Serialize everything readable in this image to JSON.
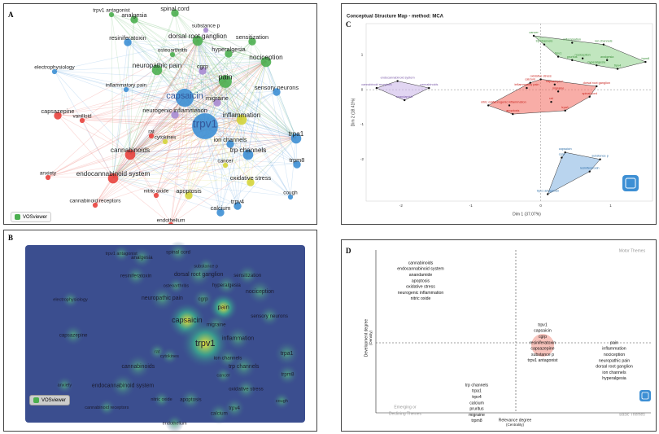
{
  "panels": {
    "a": "A",
    "b": "B",
    "c": "C",
    "d": "D"
  },
  "vosviewer_label": "VOSviewer",
  "colors": {
    "red": "#e8433d",
    "green": "#4caf50",
    "blue": "#3d8fd4",
    "yellow": "#d4d43a",
    "purple": "#a98bd1"
  },
  "chart_data": [
    {
      "type": "network",
      "panel": "A",
      "nodes": [
        {
          "label": "trpv1 antagonist",
          "cluster": "green",
          "weight": 1
        },
        {
          "label": "analgesia",
          "cluster": "green",
          "weight": 2
        },
        {
          "label": "spinal cord",
          "cluster": "green",
          "weight": 2
        },
        {
          "label": "substance p",
          "cluster": "purple",
          "weight": 1
        },
        {
          "label": "resiniferatoxin",
          "cluster": "blue",
          "weight": 2
        },
        {
          "label": "dorsal root ganglion",
          "cluster": "green",
          "weight": 3
        },
        {
          "label": "sensitization",
          "cluster": "green",
          "weight": 2
        },
        {
          "label": "osteoarthritis",
          "cluster": "green",
          "weight": 1
        },
        {
          "label": "hyperalgesia",
          "cluster": "green",
          "weight": 2
        },
        {
          "label": "nociception",
          "cluster": "green",
          "weight": 3
        },
        {
          "label": "electrophysiology",
          "cluster": "blue",
          "weight": 1
        },
        {
          "label": "neuropathic pain",
          "cluster": "green",
          "weight": 3
        },
        {
          "label": "cgrp",
          "cluster": "purple",
          "weight": 2
        },
        {
          "label": "pain",
          "cluster": "green",
          "weight": 4
        },
        {
          "label": "sensory neurons",
          "cluster": "blue",
          "weight": 2
        },
        {
          "label": "inflammatory pain",
          "cluster": "blue",
          "weight": 1
        },
        {
          "label": "capsaicin",
          "cluster": "blue",
          "weight": 6
        },
        {
          "label": "migraine",
          "cluster": "purple",
          "weight": 2
        },
        {
          "label": "neurogenic inflammation",
          "cluster": "purple",
          "weight": 2
        },
        {
          "label": "inflammation",
          "cluster": "yellow",
          "weight": 3
        },
        {
          "label": "capsazepine",
          "cluster": "red",
          "weight": 2
        },
        {
          "label": "vanilloid",
          "cluster": "red",
          "weight": 1
        },
        {
          "label": "trpv1",
          "cluster": "blue",
          "weight": 9
        },
        {
          "label": "rat",
          "cluster": "red",
          "weight": 1
        },
        {
          "label": "cytokines",
          "cluster": "yellow",
          "weight": 1
        },
        {
          "label": "ion channels",
          "cluster": "blue",
          "weight": 2
        },
        {
          "label": "trpa1",
          "cluster": "blue",
          "weight": 3
        },
        {
          "label": "trp channels",
          "cluster": "blue",
          "weight": 3
        },
        {
          "label": "cannabinoids",
          "cluster": "red",
          "weight": 3
        },
        {
          "label": "trpm8",
          "cluster": "blue",
          "weight": 2
        },
        {
          "label": "cancer",
          "cluster": "yellow",
          "weight": 1
        },
        {
          "label": "anxiety",
          "cluster": "red",
          "weight": 1
        },
        {
          "label": "endocannabinoid system",
          "cluster": "red",
          "weight": 3
        },
        {
          "label": "oxidative stress",
          "cluster": "yellow",
          "weight": 2
        },
        {
          "label": "nitric oxide",
          "cluster": "red",
          "weight": 1
        },
        {
          "label": "apoptosis",
          "cluster": "yellow",
          "weight": 2
        },
        {
          "label": "cannabinoid receptors",
          "cluster": "red",
          "weight": 1
        },
        {
          "label": "trpv4",
          "cluster": "blue",
          "weight": 2
        },
        {
          "label": "cough",
          "cluster": "blue",
          "weight": 1
        },
        {
          "label": "calcium",
          "cluster": "blue",
          "weight": 2
        },
        {
          "label": "endothelium",
          "cluster": "red",
          "weight": 1
        }
      ]
    },
    {
      "type": "heatmap",
      "panel": "B",
      "labels": [
        "trpv1 antagonist",
        "analgesia",
        "spinal cord",
        "substance p",
        "resiniferatoxin",
        "dorsal root ganglion",
        "sensitization",
        "osteoarthritis",
        "hyperalgesia",
        "nociception",
        "electrophysiology",
        "neuropathic pain",
        "cgrp",
        "pain",
        "sensory neurons",
        "capsaicin",
        "migraine",
        "inflammation",
        "capsazepine",
        "trpv1",
        "rat",
        "cytokines",
        "ion channels",
        "trpa1",
        "trp channels",
        "cannabinoids",
        "trpm8",
        "cancer",
        "anxiety",
        "endocannabinoid system",
        "oxidative stress",
        "nitric oxide",
        "apoptosis",
        "cannabinoid receptors",
        "trpv4",
        "cough",
        "calcium",
        "endothelium"
      ]
    },
    {
      "type": "scatter",
      "panel": "C",
      "title": "Conceptual Structure Map - method: MCA",
      "xlabel": "Dim 1 (37.07%)",
      "ylabel": "Dim 2 (18.41%)",
      "xlim": [
        -2.5,
        1.6
      ],
      "ylim": [
        -3.2,
        1.9
      ],
      "xticks": [
        "-2",
        "-1",
        "0",
        "1"
      ],
      "yticks": [
        "1",
        "0",
        "-1",
        "-2"
      ],
      "groups": [
        {
          "color": "purple",
          "points": [
            {
              "label": "endocannabinoid system",
              "x": -2.05,
              "y": 0.25
            },
            {
              "label": "cannabinoid receptors",
              "x": -2.35,
              "y": 0.05
            },
            {
              "label": "cannabinoids",
              "x": -1.6,
              "y": 0.05
            },
            {
              "label": "anandamide",
              "x": -1.95,
              "y": -0.3
            }
          ]
        },
        {
          "color": "red",
          "points": [
            {
              "label": "oxidative stress",
              "x": 0.0,
              "y": 0.3
            },
            {
              "label": "calcium",
              "x": -0.15,
              "y": 0.2
            },
            {
              "label": "inflammatory pain",
              "x": -0.2,
              "y": 0.05
            },
            {
              "label": "capsazepine",
              "x": 0.2,
              "y": 0.15
            },
            {
              "label": "migraine",
              "x": 0.25,
              "y": -0.05
            },
            {
              "label": "dorsal root ganglion",
              "x": 0.8,
              "y": 0.1
            },
            {
              "label": "spinal cord",
              "x": 0.7,
              "y": -0.2
            },
            {
              "label": "rat",
              "x": 0.15,
              "y": -0.35
            },
            {
              "label": "nitric oxide",
              "x": -0.75,
              "y": -0.45
            },
            {
              "label": "neurogenic inflammation",
              "x": -0.45,
              "y": -0.45
            },
            {
              "label": "apoptosis",
              "x": -0.4,
              "y": -0.7
            },
            {
              "label": "trpa1",
              "x": 0.35,
              "y": -0.6
            }
          ]
        },
        {
          "color": "green",
          "points": [
            {
              "label": "cancer",
              "x": -0.1,
              "y": 1.55
            },
            {
              "label": "trp channels",
              "x": 0.05,
              "y": 1.3
            },
            {
              "label": "inflammation",
              "x": 0.45,
              "y": 1.35
            },
            {
              "label": "ion channels",
              "x": 0.9,
              "y": 1.3
            },
            {
              "label": "trpv1",
              "x": 0.25,
              "y": 0.95
            },
            {
              "label": "nociception",
              "x": 0.6,
              "y": 0.9
            },
            {
              "label": "pruritus",
              "x": 0.45,
              "y": 0.85
            },
            {
              "label": "analgesia",
              "x": 0.95,
              "y": 0.85
            },
            {
              "label": "hyperalgesia",
              "x": 0.8,
              "y": 0.7
            },
            {
              "label": "trpm8",
              "x": 1.5,
              "y": 0.8
            },
            {
              "label": "trpv4",
              "x": 1.1,
              "y": 0.6
            }
          ]
        },
        {
          "color": "blue",
          "points": [
            {
              "label": "capsaicin",
              "x": 0.35,
              "y": -1.8
            },
            {
              "label": "cgrp",
              "x": 0.3,
              "y": -1.95
            },
            {
              "label": "substance p",
              "x": 0.85,
              "y": -2.0
            },
            {
              "label": "resiniferatoxin",
              "x": 0.7,
              "y": -2.35
            },
            {
              "label": "trpv1 antagonist",
              "x": 0.1,
              "y": -3.0
            }
          ]
        }
      ]
    },
    {
      "type": "quadrant",
      "panel": "D",
      "xlabel": "Relevance degree",
      "xlabel_sub": "(Centrality)",
      "ylabel": "Development degree",
      "ylabel_sub": "(Density)",
      "quadrant_labels": [
        "Motor Themes",
        "Basic Themes",
        "Emerging or",
        "Declining Themes"
      ],
      "themes": [
        {
          "items": [
            "cannabinoids",
            "endocannabinoid system",
            "anandamide",
            "apoptosis",
            "oxidative stress",
            "neurogenic inflammation",
            "nitric oxide"
          ]
        },
        {
          "items": [
            "trpv1",
            "capsaicin",
            "cgrp",
            "resiniferatoxin",
            "capsazepine",
            "substance p",
            "trpv1 antagonist"
          ]
        },
        {
          "items": [
            "pain",
            "inflammation",
            "nociception",
            "neuropathic pain",
            "dorsal root ganglion",
            "ion channels",
            "hyperalgesia"
          ]
        },
        {
          "items": [
            "trp channels",
            "trpa1",
            "trpv4",
            "calcium",
            "pruritus",
            "migraine",
            "trpm8"
          ]
        }
      ]
    }
  ]
}
